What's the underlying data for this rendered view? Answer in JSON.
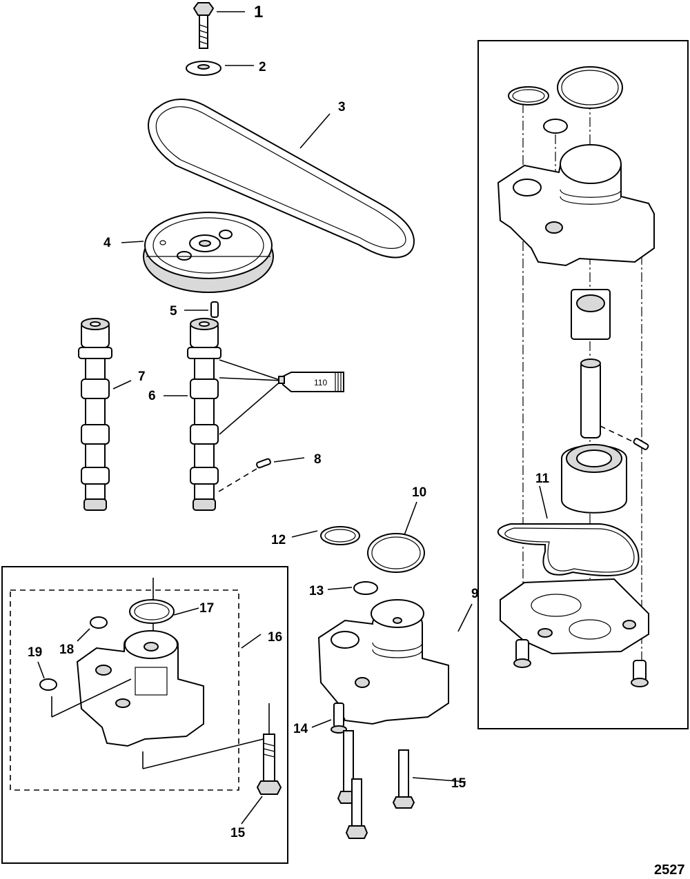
{
  "figure_number": "2527",
  "tube_label": "110",
  "callouts": {
    "c1": "1",
    "c2": "2",
    "c3": "3",
    "c4": "4",
    "c5": "5",
    "c6": "6",
    "c7": "7",
    "c8": "8",
    "c9": "9",
    "c10": "10",
    "c11": "11",
    "c12": "12",
    "c13": "13",
    "c14": "14",
    "c15a": "15",
    "c15b": "15",
    "c16": "16",
    "c17": "17",
    "c18": "18",
    "c19": "19"
  }
}
